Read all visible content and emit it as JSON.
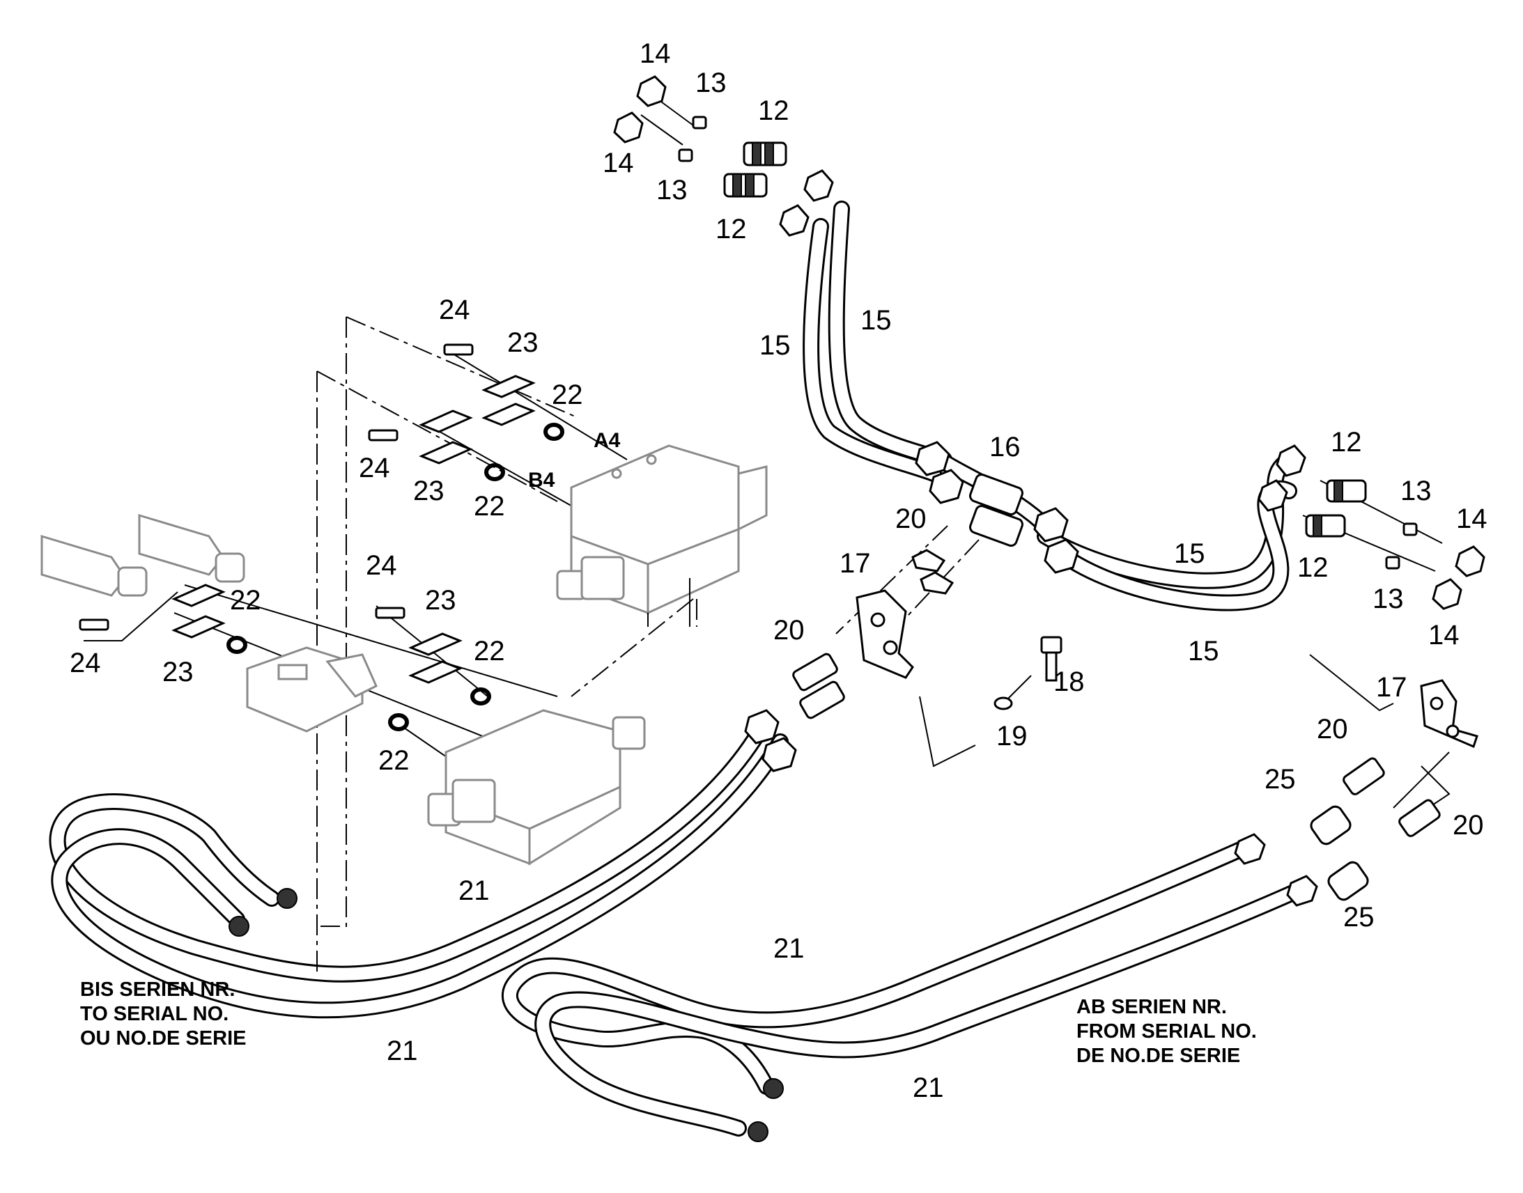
{
  "diagram": {
    "callouts": {
      "c14a": "14",
      "c13a": "13",
      "c12a": "12",
      "c14b": "14",
      "c13b": "13",
      "c12b": "12",
      "c15a": "15",
      "c15b": "15",
      "c24a": "24",
      "c23a": "23",
      "c22a": "22",
      "c24b": "24",
      "c23b": "23",
      "c22b": "22",
      "c16": "16",
      "c20a": "20",
      "c17a": "17",
      "c12c": "12",
      "c13c": "13",
      "c14c": "14",
      "c15c": "15",
      "c12d": "12",
      "c13d": "13",
      "c14d": "14",
      "c15d": "15",
      "c24c": "24",
      "c22c": "22",
      "c23c": "23",
      "c24d": "24",
      "c23d": "23",
      "c22d": "22",
      "c22e": "22",
      "c20b": "20",
      "c18": "18",
      "c19": "19",
      "c17b": "17",
      "c20c": "20",
      "c25a": "25",
      "c20d": "20",
      "c25b": "25",
      "c21a": "21",
      "c21b": "21",
      "c21c": "21",
      "c21d": "21"
    },
    "ports": {
      "a4": "A4",
      "b4": "B4"
    },
    "notes": {
      "left": [
        "BIS SERIEN NR.",
        "TO SERIAL NO.",
        "OU NO.DE SERIE"
      ],
      "right": [
        "AB SERIEN NR.",
        "FROM SERIAL NO.",
        "DE NO.DE SERIE"
      ]
    }
  }
}
